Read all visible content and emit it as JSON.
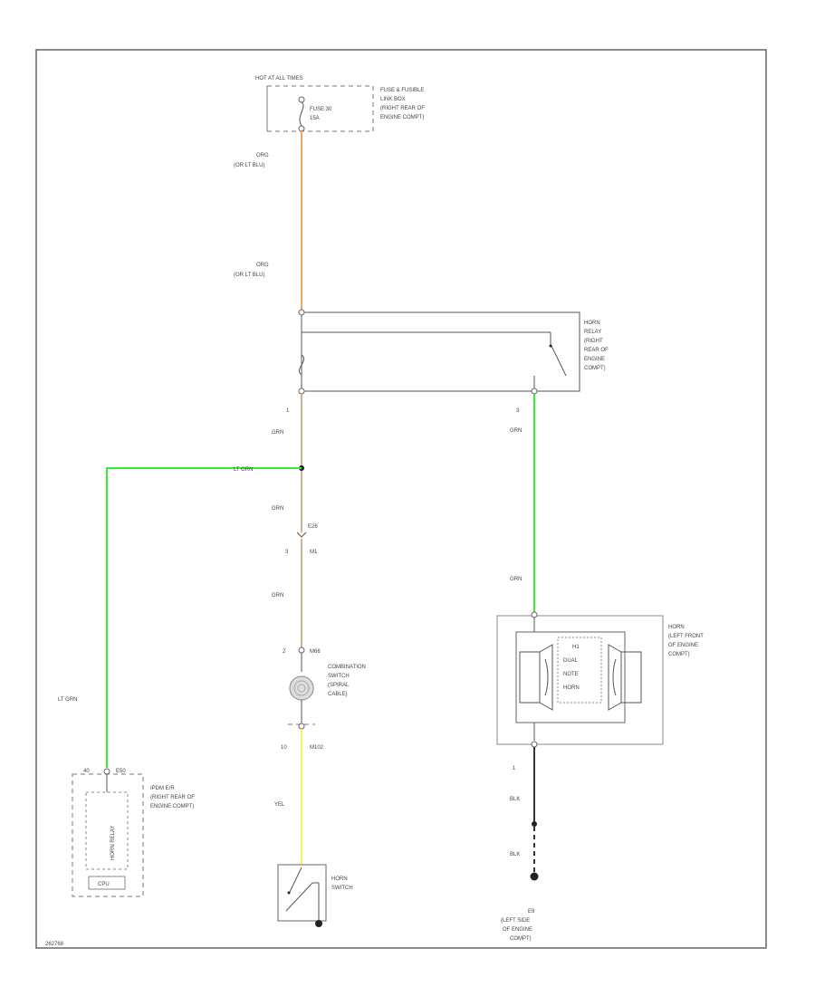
{
  "colors": {
    "frame": "#666666",
    "wire_orange": "#f4a460",
    "wire_tan": "#d2b48c",
    "wire_green": "#33ee33",
    "wire_yellow": "#f0f060",
    "wire_black": "#333333"
  },
  "fuse_box": {
    "header": "HOT AT ALL TIMES",
    "fuse_label": "FUSE 30",
    "fuse_rating": "15A",
    "desc": [
      "FUSE & FUSIBLE",
      "LINK BOX",
      "(RIGHT REAR OF",
      "ENGINE COMPT)"
    ]
  },
  "wire_labels": {
    "org_top_1": "ORG",
    "org_top_2": "(OR LT BLU)",
    "org_mid_1": "ORG",
    "org_mid_2": "(OR LT BLU)",
    "left_grn_1": "GRN",
    "lt_grn_h": "LT GRN",
    "left_grn_2": "GRN",
    "left_grn_3": "GRN",
    "lt_grn_v": "LT GRN",
    "yel": "YEL",
    "right_grn_1": "GRN",
    "right_grn_2": "GRN",
    "blk_1": "BLK",
    "blk_2": "BLK"
  },
  "horn_relay": {
    "desc": [
      "HORN",
      "RELAY",
      "(RIGHT",
      "REAR OF",
      "ENGINE",
      "COMPT)"
    ],
    "pin_left": "1",
    "pin_right": "3"
  },
  "connectors": {
    "e26": "E26",
    "m1_pin": "3",
    "m1": "M1",
    "m66": "M66",
    "m66_pin": "2",
    "m102_pin": "10",
    "m102": "M102"
  },
  "combo_switch": {
    "desc": [
      "COMBINATION",
      "SWITCH",
      "(SPIRAL",
      "CABLE)"
    ]
  },
  "horn_switch": {
    "desc": [
      "HORN",
      "SWITCH"
    ]
  },
  "horn": {
    "desc": [
      "HORN",
      "(LEFT FRONT",
      "OF ENGINE",
      "COMPT)"
    ],
    "inner_label": [
      "H1",
      "DUAL",
      "NOTE",
      "HORN"
    ],
    "pin_bottom": "1"
  },
  "ipdm": {
    "connector": "40",
    "connector_id": "E50",
    "desc": [
      "IPDM E/R",
      "(RIGHT REAR OF",
      "ENGINE COMPT)"
    ],
    "inner_label": [
      "HORN RELAY"
    ],
    "cpu_label": "CPU"
  },
  "ground": {
    "id": "E9",
    "desc": [
      "(LEFT SIDE",
      "OF ENGINE",
      "COMPT)"
    ]
  },
  "figure_id": "262768"
}
